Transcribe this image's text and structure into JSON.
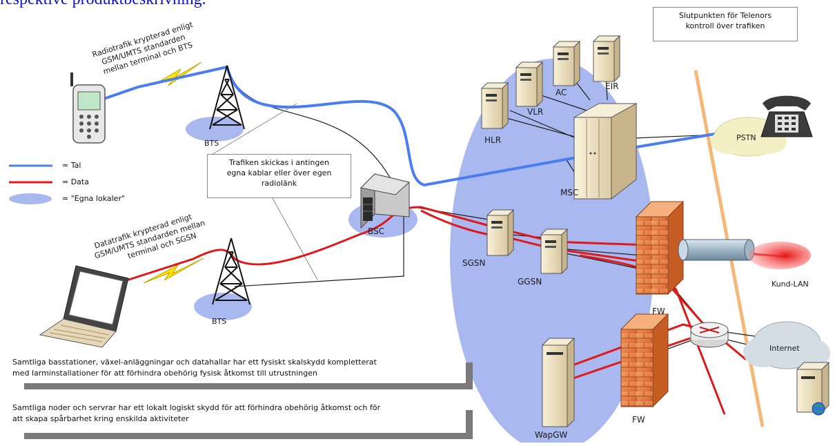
{
  "heading_fragment": "respektive produktbeskrivning.",
  "boundary_callout": {
    "line1": "Slutpunkten för Telenors",
    "line2": "kontroll över trafiken"
  },
  "transport_callout": {
    "line1": "Trafiken skickas i antingen",
    "line2": "egna kablar eller över egen",
    "line3": "radiolänk"
  },
  "radio_voice_text": {
    "line1": "Radiotrafik krypterad enligt",
    "line2": "GSM/UMTS standarden",
    "line3": "mellan terminal och BTS"
  },
  "radio_data_text": {
    "line1": "Datatrafik krypterad enligt",
    "line2": "GSM/UMTS standarden mellan",
    "line3": "terminal och SGSN"
  },
  "legend": [
    {
      "label": "= Tal",
      "color": "#4a7df0",
      "kind": "line"
    },
    {
      "label": "= Data",
      "color": "#e01818",
      "kind": "line"
    },
    {
      "label": "= \"Egna lokaler\"",
      "color": "#a9b8ee",
      "kind": "ellipse"
    }
  ],
  "nodes": {
    "bts_top": "BTS",
    "bts_bottom": "BTS",
    "bsc": "BSC",
    "hlr": "HLR",
    "vlr": "VLR",
    "ac": "AC",
    "eir": "EIR",
    "msc": "MSC",
    "sgsn": "SGSN",
    "ggsn": "GGSN",
    "fw_top": "FW",
    "fw_bottom": "FW",
    "wapgw": "WapGW",
    "pstn": "PSTN",
    "kund_lan": "Kund-LAN",
    "internet": "Internet"
  },
  "notes": {
    "physical_line1": "Samtliga basstationer, växel-anläggningar och datahallar har ett fysiskt skalskydd kompletterat",
    "physical_line2": "med larminstallationer för att förhindra obehörig fysisk åtkomst till utrustningen",
    "logical_line1": "Samtliga noder och servrar har ett lokalt logiskt skydd för att förhindra obehörig åtkomst och för",
    "logical_line2": "att skapa spårbarhet kring enskilda aktiviteter"
  },
  "colors": {
    "voice": "#4a7df0",
    "data": "#e01818",
    "premises": "#a9b8ee",
    "boundary": "#f4b878",
    "server": "#efe3c4",
    "firewall": "#e9874a",
    "cloud": "#f3f0c6"
  }
}
